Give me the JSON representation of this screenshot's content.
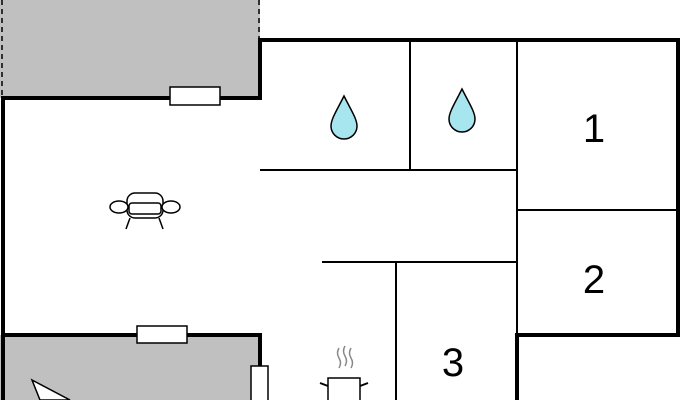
{
  "floorplan": {
    "room_labels": [
      "1",
      "2",
      "3"
    ],
    "icons": [
      {
        "name": "water-drop-icon",
        "meaning": "bathroom"
      },
      {
        "name": "water-drop-icon",
        "meaning": "bathroom"
      },
      {
        "name": "armchair-icon",
        "meaning": "living-room"
      },
      {
        "name": "cooking-pot-icon",
        "meaning": "kitchen"
      }
    ],
    "colors": {
      "wall": "#000000",
      "outdoor_area": "#c0c0c0",
      "floor": "#ffffff",
      "water_drop": "#a8e6ef",
      "steam": "#888888"
    }
  }
}
